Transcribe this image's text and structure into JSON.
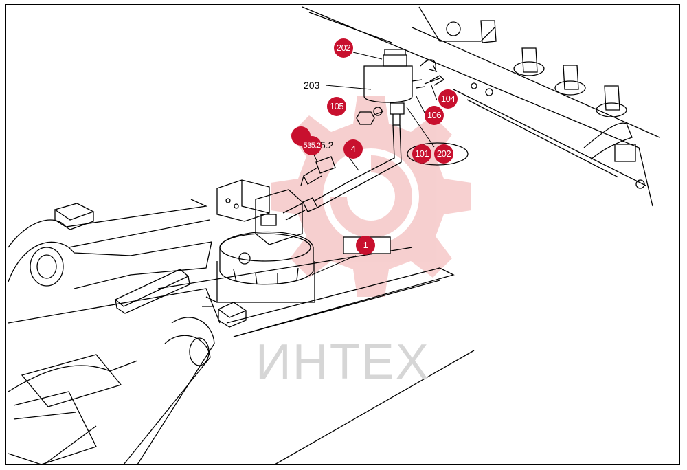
{
  "watermark": {
    "text": "ИНТЕХ",
    "gear_color": "#f4c0c0",
    "text_color": "#d6d6d6"
  },
  "callouts": [
    {
      "id": "c202a",
      "label": "202"
    },
    {
      "id": "c105",
      "label": "105"
    },
    {
      "id": "c104",
      "label": "104"
    },
    {
      "id": "c106",
      "label": "106"
    },
    {
      "id": "c101",
      "label": "101"
    },
    {
      "id": "c202b",
      "label": "202"
    },
    {
      "id": "c4",
      "label": "4"
    },
    {
      "id": "c535",
      "label": "535.2"
    },
    {
      "id": "cblank",
      "label": ""
    },
    {
      "id": "c1",
      "label": "1"
    }
  ],
  "plain_labels": [
    {
      "id": "p203",
      "label": "203"
    },
    {
      "id": "p52",
      "label": "5.2"
    }
  ],
  "colors": {
    "callout": "#c8102e",
    "line": "#000000"
  }
}
